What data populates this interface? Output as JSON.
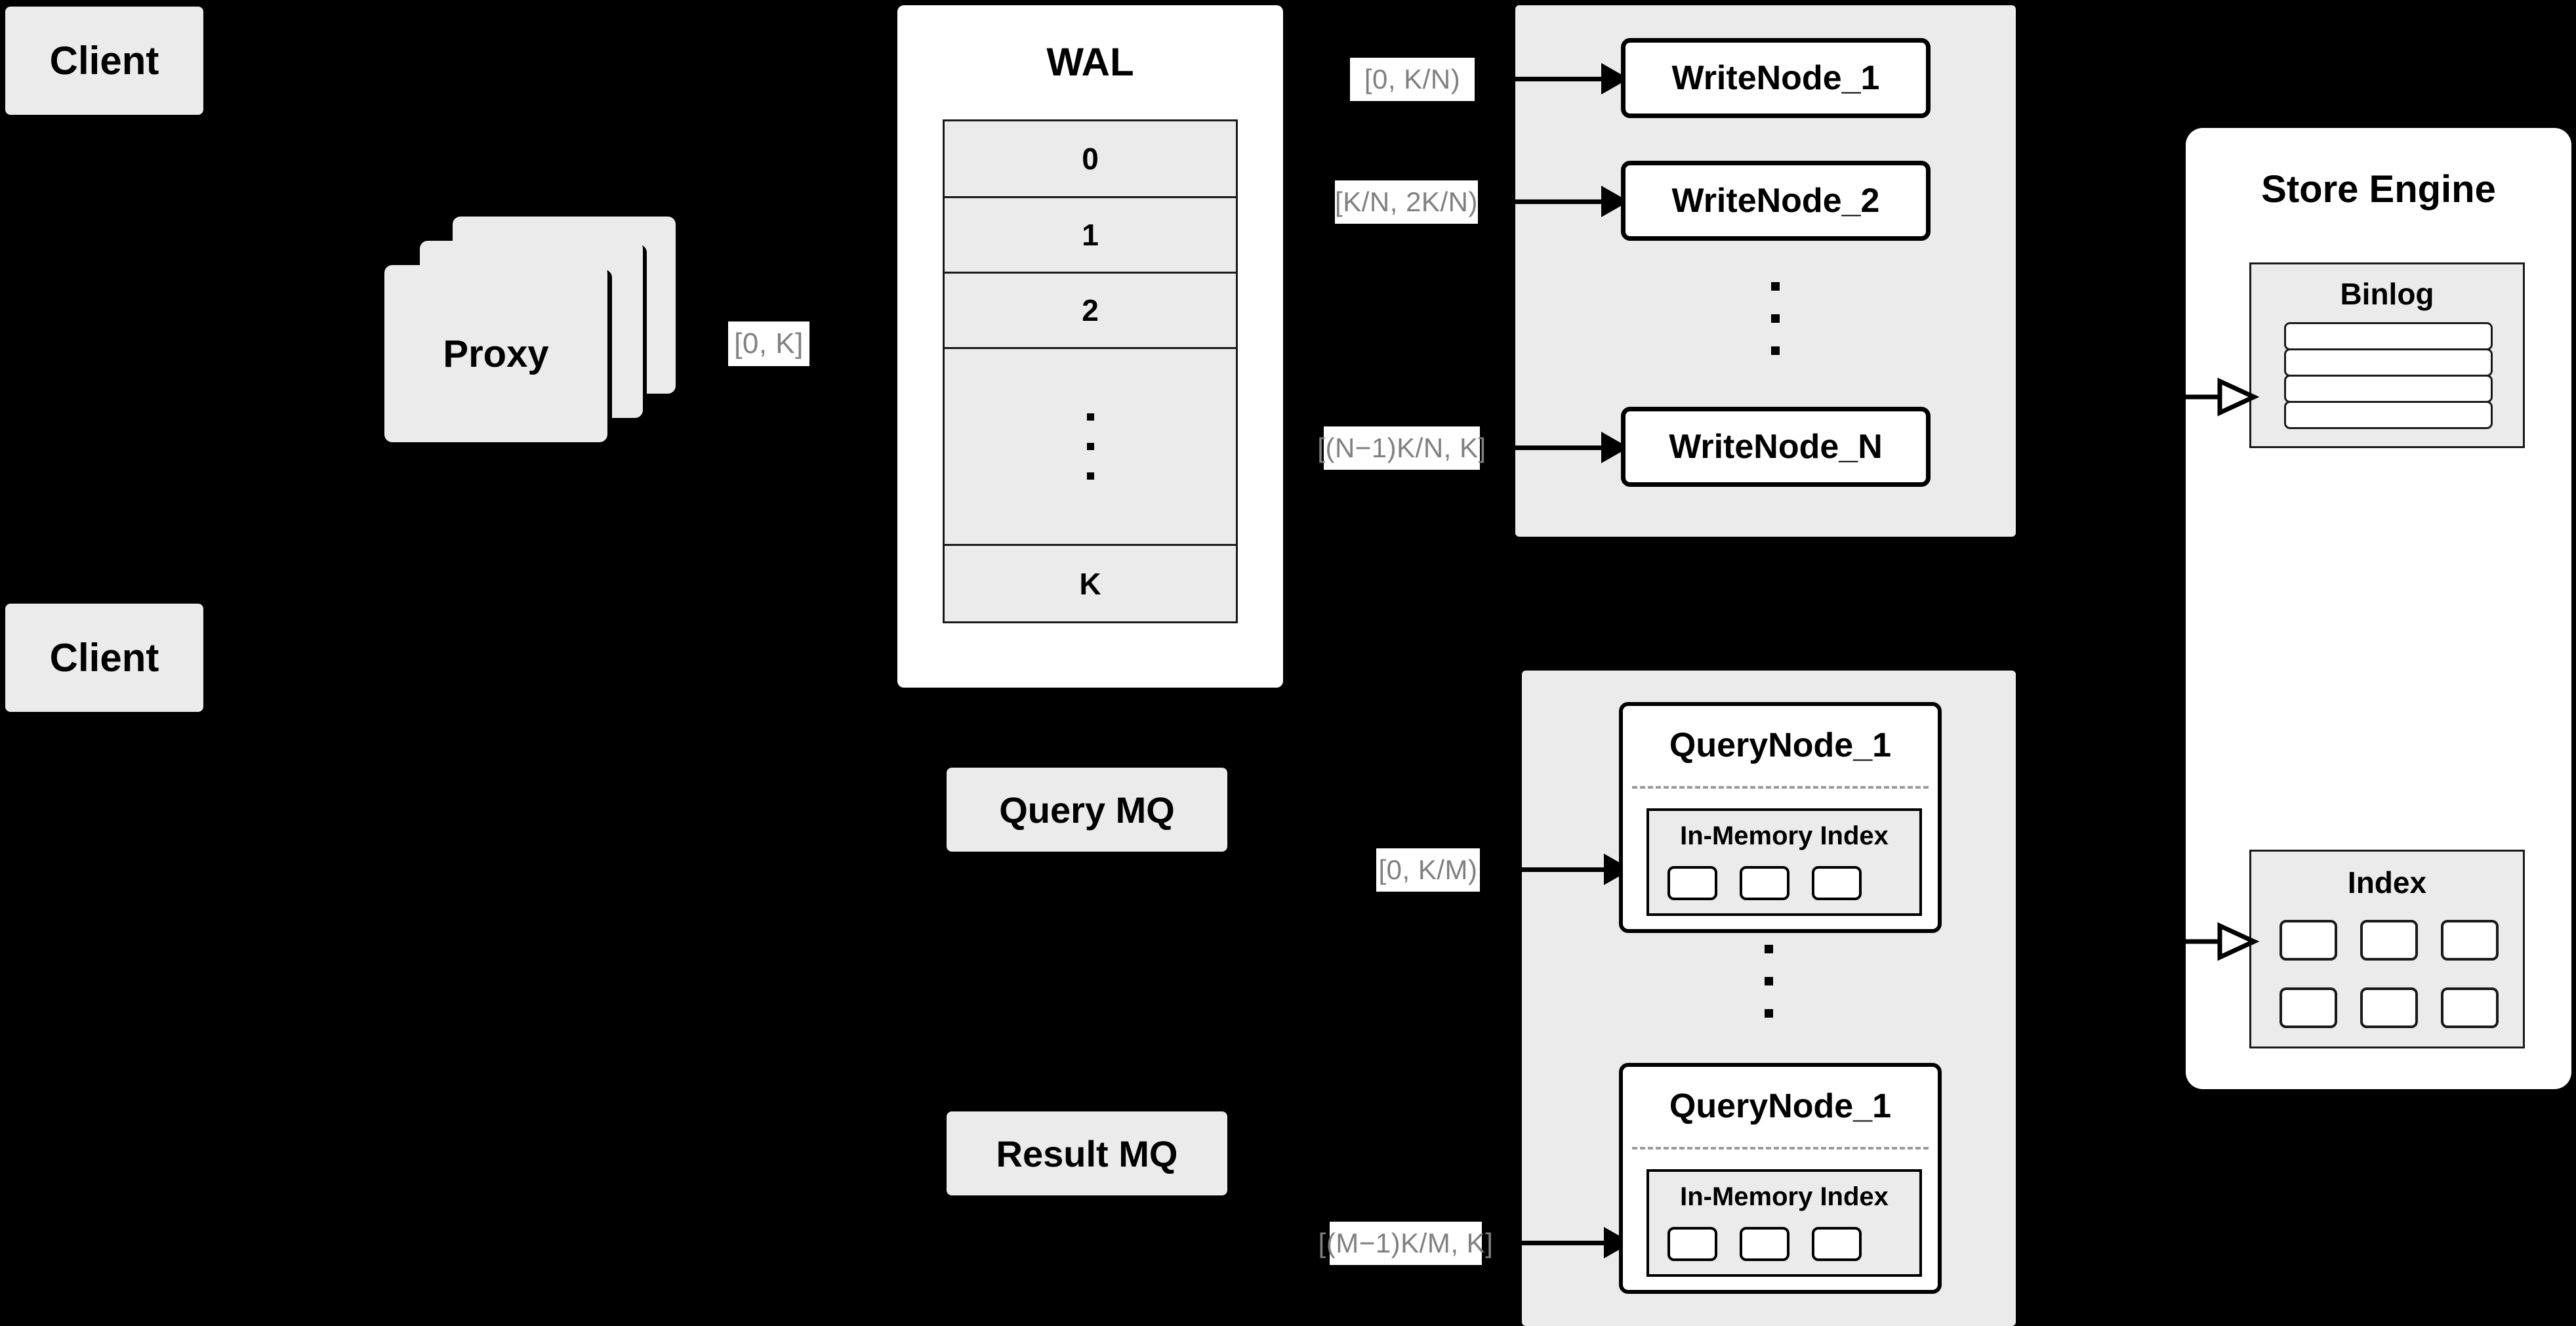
{
  "diagram": {
    "title": "Distributed Write/Query Architecture",
    "background_color": "#000000",
    "node_fill": "#ebebeb",
    "panel_fill": "#ffffff",
    "label_text_color": "#808080",
    "label_fill": "#ffffff",
    "stroke_color": "#000000"
  },
  "clients": [
    {
      "label": "Client"
    },
    {
      "label": "Client"
    }
  ],
  "proxy": {
    "label": "Proxy",
    "stack_count": 3
  },
  "edges": {
    "proxy_to_wal": "[0, K]",
    "wal_to_write_1": "[0,  K/N)",
    "wal_to_write_2": "[K/N, 2K/N)",
    "wal_to_write_n": "[(N−1)K/N,  K]",
    "query_to_node_1": "[0, K/M)",
    "query_to_node_m": "[(M−1)K/M, K]"
  },
  "wal": {
    "title": "WAL",
    "rows": [
      "0",
      "1",
      "2",
      "…",
      "K"
    ]
  },
  "queues": {
    "query_mq": "Query MQ",
    "result_mq": "Result MQ"
  },
  "write_cluster": {
    "nodes": [
      {
        "label": "WriteNode_1"
      },
      {
        "label": "WriteNode_2"
      },
      {
        "label": "WriteNode_N"
      }
    ],
    "ellipsis_dots": 3
  },
  "query_cluster": {
    "nodes": [
      {
        "label": "QueryNode_1",
        "index_title": "In-Memory Index",
        "index_cells": 3
      },
      {
        "label": "QueryNode_1",
        "index_title": "In-Memory Index",
        "index_cells": 3
      }
    ],
    "ellipsis_dots": 3
  },
  "store_engine": {
    "title": "Store Engine",
    "binlog": {
      "title": "Binlog",
      "rows": 4
    },
    "index": {
      "title": "Index",
      "cells": 6
    }
  }
}
